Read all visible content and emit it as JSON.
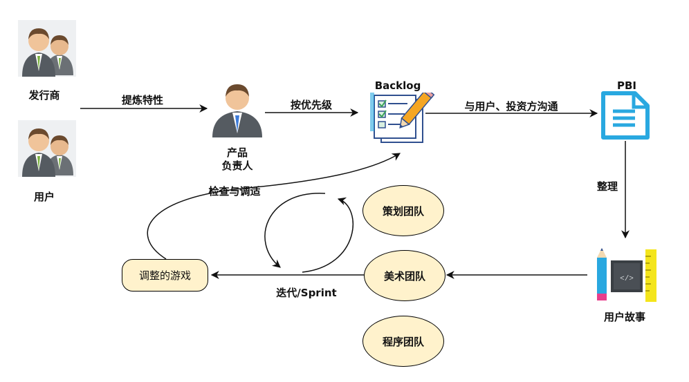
{
  "nodes": {
    "publisher": "发行商",
    "user": "用户",
    "product_owner_line1": "产品",
    "product_owner_line2": "负责人",
    "backlog": "Backlog",
    "pbi": "PBI",
    "user_story": "用户故事",
    "adjusted_game": "调整的游戏",
    "team_planning": "策划团队",
    "team_art": "美术团队",
    "team_program": "程序团队"
  },
  "edges": {
    "refine_features": "提炼特性",
    "prioritize": "按优先级",
    "communicate": "与用户、投资方沟通",
    "organize": "整理",
    "inspect_adapt": "检查与调适",
    "iteration": "迭代/Sprint"
  },
  "colors": {
    "bubble_fill": "#fff2cc",
    "pbi_blue": "#29a8e0",
    "backlog_blue": "#2f4f8f",
    "checkmark_green": "#3aa15a",
    "pencil_orange": "#f5a623",
    "ruler_yellow": "#f4e51c",
    "suit_gray": "#555b61",
    "tie_green": "#7ab13f",
    "tie_blue": "#3d7bd9"
  }
}
